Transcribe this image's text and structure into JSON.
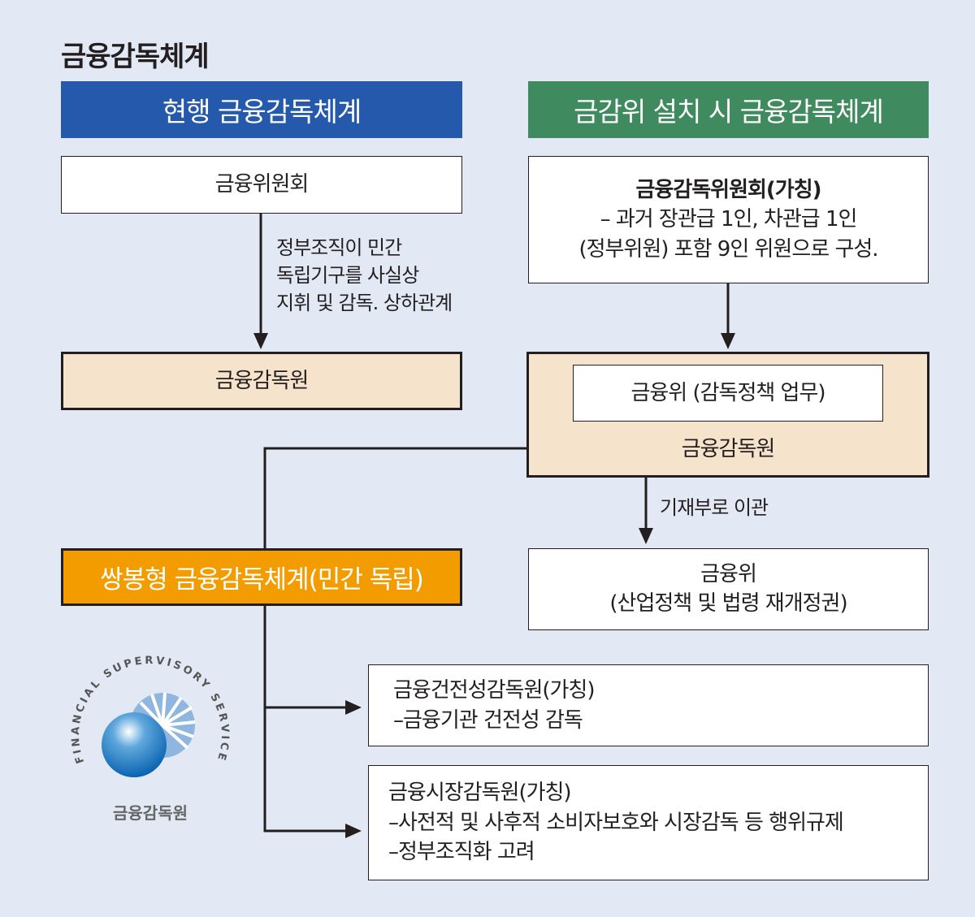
{
  "title": "금융감독체계",
  "current": {
    "header": "현행 금융감독체계",
    "top_box": "금융위원회",
    "note": [
      "정부조직이 민간",
      "독립기구를 사실상",
      "지휘 및 감독. 상하관계"
    ],
    "bottom_box": "금융감독원"
  },
  "proposed": {
    "header": "금감위 설치 시 금융감독체계",
    "top_box": {
      "title": "금융감독위원회(가칭)",
      "lines": [
        "– 과거 장관급 1인, 차관급 1인",
        "(정부위원) 포함 9인 위원으로 구성."
      ]
    },
    "inner_box": "금융위 (감독정책 업무)",
    "outer_box": "금융감독원",
    "transfer_note": "기재부로 이관",
    "fsc_box": [
      "금융위",
      "(산업정책 및 법령 재개정권)"
    ]
  },
  "twin_peaks": {
    "header": "쌍봉형 금융감독체계(민간 독립)",
    "prudential": {
      "title": "금융건전성감독원(가칭)",
      "lines": [
        "–금융기관 건전성 감독"
      ]
    },
    "market": {
      "title": "금융시장감독원(가칭)",
      "lines": [
        "–사전적 및 사후적 소비자보호와 시장감독 등 행위규제",
        "–정부조직화 고려"
      ]
    }
  },
  "logo": {
    "ring_text": "FINANCIAL SUPERVISORY SERVICE",
    "korean": "금융감독원"
  },
  "colors": {
    "current_header": "#2459ac",
    "proposed_header": "#3f8a5e",
    "twin_header": "#f39c00",
    "beige": "#f5e3cb",
    "background": "#e2e9f4"
  }
}
